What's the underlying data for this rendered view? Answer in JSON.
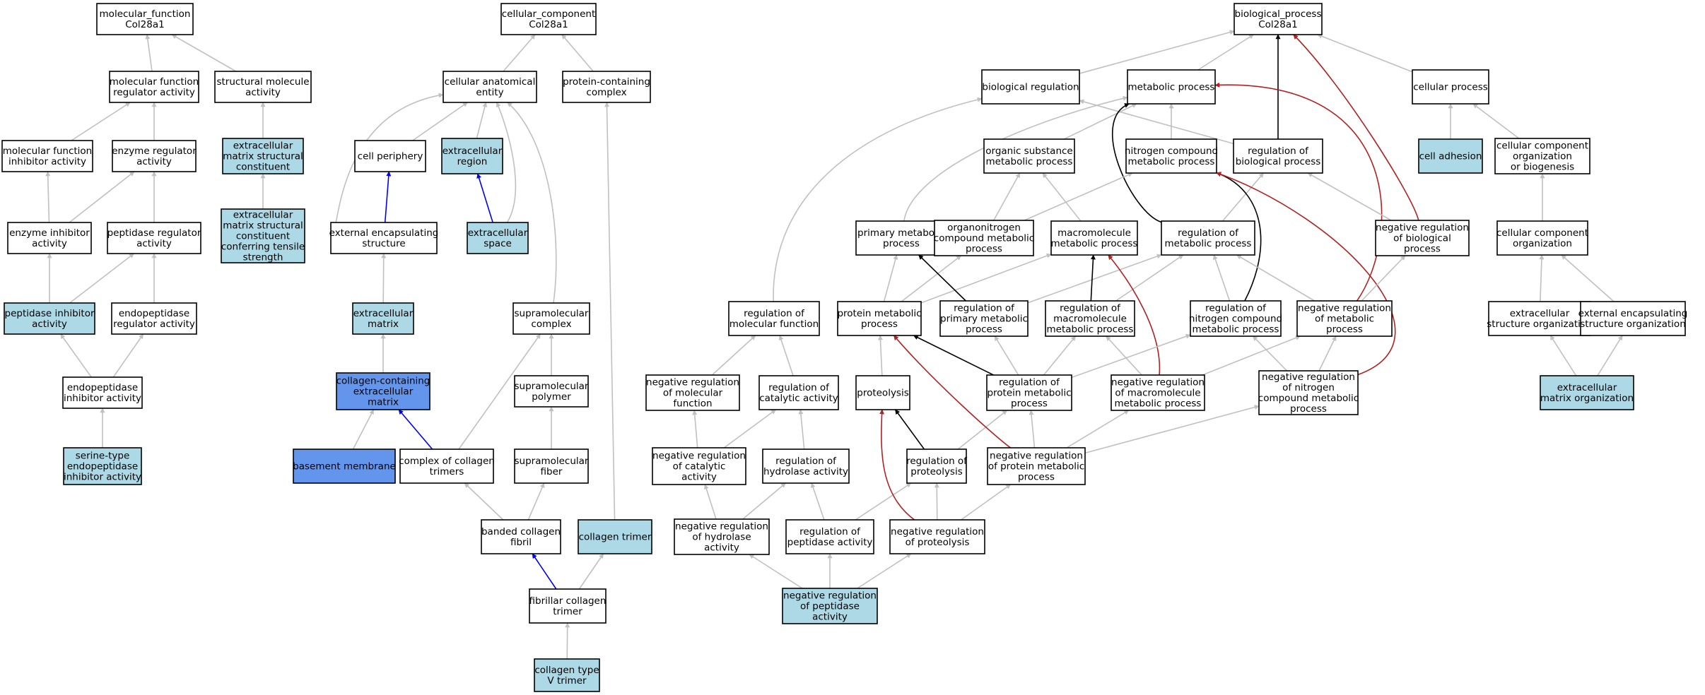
{
  "colors": {
    "default_fill": "#ffffff",
    "annotated_fill": "#add8e6",
    "highlight_fill": "#6495ed",
    "is_a_edge": "#c0c0c0",
    "part_of_edge": "#0000ff",
    "regulates_edge": "#000000",
    "negatively_regulates_edge": "#b22222"
  },
  "nodes": [
    {
      "id": "mf_root",
      "lines": [
        "molecular_function",
        "Col28a1"
      ],
      "style": "default"
    },
    {
      "id": "mf_reg",
      "lines": [
        "molecular function",
        "regulator activity"
      ],
      "style": "default"
    },
    {
      "id": "struct_mol",
      "lines": [
        "structural molecule",
        "activity"
      ],
      "style": "default"
    },
    {
      "id": "mf_inhib",
      "lines": [
        "molecular function",
        "inhibitor activity"
      ],
      "style": "default"
    },
    {
      "id": "enz_reg",
      "lines": [
        "enzyme regulator",
        "activity"
      ],
      "style": "default"
    },
    {
      "id": "ecm_struct",
      "lines": [
        "extracellular",
        "matrix structural",
        "constituent"
      ],
      "style": "annotated"
    },
    {
      "id": "enz_inhib",
      "lines": [
        "enzyme inhibitor",
        "activity"
      ],
      "style": "default"
    },
    {
      "id": "pep_reg",
      "lines": [
        "peptidase regulator",
        "activity"
      ],
      "style": "default"
    },
    {
      "id": "ecm_tensile",
      "lines": [
        "extracellular",
        "matrix structural",
        "constituent",
        "conferring tensile",
        "strength"
      ],
      "style": "annotated"
    },
    {
      "id": "pep_inhib",
      "lines": [
        "peptidase inhibitor",
        "activity"
      ],
      "style": "annotated"
    },
    {
      "id": "endopep_reg",
      "lines": [
        "endopeptidase",
        "regulator activity"
      ],
      "style": "default"
    },
    {
      "id": "endopep_inhib",
      "lines": [
        "endopeptidase",
        "inhibitor activity"
      ],
      "style": "default"
    },
    {
      "id": "serine_inhib",
      "lines": [
        "serine-type",
        "endopeptidase",
        "inhibitor activity"
      ],
      "style": "annotated"
    },
    {
      "id": "cc_root",
      "lines": [
        "cellular_component",
        "Col28a1"
      ],
      "style": "default"
    },
    {
      "id": "cae",
      "lines": [
        "cellular anatomical",
        "entity"
      ],
      "style": "default"
    },
    {
      "id": "pcc",
      "lines": [
        "protein-containing",
        "complex"
      ],
      "style": "default"
    },
    {
      "id": "cell_periphery",
      "lines": [
        "cell periphery"
      ],
      "style": "default"
    },
    {
      "id": "ec_region",
      "lines": [
        "extracellular",
        "region"
      ],
      "style": "annotated"
    },
    {
      "id": "ext_encap",
      "lines": [
        "external encapsulating",
        "structure"
      ],
      "style": "default"
    },
    {
      "id": "ec_space",
      "lines": [
        "extracellular",
        "space"
      ],
      "style": "annotated"
    },
    {
      "id": "ecm",
      "lines": [
        "extracellular",
        "matrix"
      ],
      "style": "annotated"
    },
    {
      "id": "supra_complex",
      "lines": [
        "supramolecular",
        "complex"
      ],
      "style": "default"
    },
    {
      "id": "coll_ecm",
      "lines": [
        "collagen-containing",
        "extracellular",
        "matrix"
      ],
      "style": "highlight"
    },
    {
      "id": "supra_polymer",
      "lines": [
        "supramolecular",
        "polymer"
      ],
      "style": "default"
    },
    {
      "id": "basement",
      "lines": [
        "basement membrane"
      ],
      "style": "highlight"
    },
    {
      "id": "coll_trimers_complex",
      "lines": [
        "complex of collagen",
        "trimers"
      ],
      "style": "default"
    },
    {
      "id": "supra_fiber",
      "lines": [
        "supramolecular",
        "fiber"
      ],
      "style": "default"
    },
    {
      "id": "banded_fibril",
      "lines": [
        "banded collagen",
        "fibril"
      ],
      "style": "default"
    },
    {
      "id": "coll_trimer",
      "lines": [
        "collagen trimer"
      ],
      "style": "annotated"
    },
    {
      "id": "fibrillar_trimer",
      "lines": [
        "fibrillar collagen",
        "trimer"
      ],
      "style": "default"
    },
    {
      "id": "coll_v_trimer",
      "lines": [
        "collagen type",
        "V trimer"
      ],
      "style": "annotated"
    },
    {
      "id": "bp_root",
      "lines": [
        "biological_process",
        "Col28a1"
      ],
      "style": "default"
    },
    {
      "id": "bio_reg",
      "lines": [
        "biological regulation"
      ],
      "style": "default"
    },
    {
      "id": "met_proc",
      "lines": [
        "metabolic process"
      ],
      "style": "default"
    },
    {
      "id": "cell_proc",
      "lines": [
        "cellular process"
      ],
      "style": "default"
    },
    {
      "id": "org_sub_met",
      "lines": [
        "organic substance",
        "metabolic process"
      ],
      "style": "default"
    },
    {
      "id": "nitro_met",
      "lines": [
        "nitrogen compound",
        "metabolic process"
      ],
      "style": "default"
    },
    {
      "id": "reg_bio_proc",
      "lines": [
        "regulation of",
        "biological process"
      ],
      "style": "default"
    },
    {
      "id": "cell_adhesion",
      "lines": [
        "cell adhesion"
      ],
      "style": "annotated"
    },
    {
      "id": "cc_org_bio",
      "lines": [
        "cellular component",
        "organization",
        "or biogenesis"
      ],
      "style": "default"
    },
    {
      "id": "prim_met",
      "lines": [
        "primary metabolic",
        "process"
      ],
      "style": "default"
    },
    {
      "id": "orgnitro_met",
      "lines": [
        "organonitrogen",
        "compound metabolic",
        "process"
      ],
      "style": "default"
    },
    {
      "id": "macro_met",
      "lines": [
        "macromolecule",
        "metabolic process"
      ],
      "style": "default"
    },
    {
      "id": "reg_met_proc",
      "lines": [
        "regulation of",
        "metabolic process"
      ],
      "style": "default"
    },
    {
      "id": "neg_reg_bio",
      "lines": [
        "negative regulation",
        "of biological",
        "process"
      ],
      "style": "default"
    },
    {
      "id": "cc_org",
      "lines": [
        "cellular component",
        "organization"
      ],
      "style": "default"
    },
    {
      "id": "reg_mol_func",
      "lines": [
        "regulation of",
        "molecular function"
      ],
      "style": "default"
    },
    {
      "id": "prot_met",
      "lines": [
        "protein metabolic",
        "process"
      ],
      "style": "default"
    },
    {
      "id": "reg_prim_met",
      "lines": [
        "regulation of",
        "primary metabolic",
        "process"
      ],
      "style": "default"
    },
    {
      "id": "reg_macro_met",
      "lines": [
        "regulation of",
        "macromolecule",
        "metabolic process"
      ],
      "style": "default"
    },
    {
      "id": "reg_nitro_met",
      "lines": [
        "regulation of",
        "nitrogen compound",
        "metabolic process"
      ],
      "style": "default"
    },
    {
      "id": "neg_reg_met",
      "lines": [
        "negative regulation",
        "of metabolic",
        "process"
      ],
      "style": "default"
    },
    {
      "id": "ec_struct_org",
      "lines": [
        "extracellular",
        "structure organization"
      ],
      "style": "default"
    },
    {
      "id": "ext_encap_org",
      "lines": [
        "external encapsulating",
        "structure organization"
      ],
      "style": "default"
    },
    {
      "id": "neg_reg_mol_func",
      "lines": [
        "negative regulation",
        "of molecular",
        "function"
      ],
      "style": "default"
    },
    {
      "id": "reg_cat",
      "lines": [
        "regulation of",
        "catalytic activity"
      ],
      "style": "default"
    },
    {
      "id": "proteolysis",
      "lines": [
        "proteolysis"
      ],
      "style": "default"
    },
    {
      "id": "reg_prot_met",
      "lines": [
        "regulation of",
        "protein metabolic",
        "process"
      ],
      "style": "default"
    },
    {
      "id": "neg_reg_macro",
      "lines": [
        "negative regulation",
        "of macromolecule",
        "metabolic process"
      ],
      "style": "default"
    },
    {
      "id": "neg_reg_nitro",
      "lines": [
        "negative regulation",
        "of nitrogen",
        "compound metabolic",
        "process"
      ],
      "style": "default"
    },
    {
      "id": "ecm_org",
      "lines": [
        "extracellular",
        "matrix organization"
      ],
      "style": "annotated"
    },
    {
      "id": "neg_reg_cat",
      "lines": [
        "negative regulation",
        "of catalytic",
        "activity"
      ],
      "style": "default"
    },
    {
      "id": "reg_hydrolase",
      "lines": [
        "regulation of",
        "hydrolase activity"
      ],
      "style": "default"
    },
    {
      "id": "reg_proteolysis",
      "lines": [
        "regulation of",
        "proteolysis"
      ],
      "style": "default"
    },
    {
      "id": "neg_reg_prot_met",
      "lines": [
        "negative regulation",
        "of protein metabolic",
        "process"
      ],
      "style": "default"
    },
    {
      "id": "neg_reg_hydrolase",
      "lines": [
        "negative regulation",
        "of hydrolase",
        "activity"
      ],
      "style": "default"
    },
    {
      "id": "reg_pep_act",
      "lines": [
        "regulation of",
        "peptidase activity"
      ],
      "style": "default"
    },
    {
      "id": "neg_reg_proteolysis",
      "lines": [
        "negative regulation",
        "of proteolysis"
      ],
      "style": "default"
    },
    {
      "id": "neg_reg_pep_act",
      "lines": [
        "negative regulation",
        "of peptidase",
        "activity"
      ],
      "style": "annotated"
    }
  ],
  "edges": [
    {
      "from": "mf_reg",
      "to": "mf_root",
      "type": "is_a"
    },
    {
      "from": "struct_mol",
      "to": "mf_root",
      "type": "is_a"
    },
    {
      "from": "mf_inhib",
      "to": "mf_reg",
      "type": "is_a"
    },
    {
      "from": "enz_reg",
      "to": "mf_reg",
      "type": "is_a"
    },
    {
      "from": "ecm_struct",
      "to": "struct_mol",
      "type": "is_a"
    },
    {
      "from": "enz_inhib",
      "to": "mf_inhib",
      "type": "is_a"
    },
    {
      "from": "enz_inhib",
      "to": "enz_reg",
      "type": "is_a"
    },
    {
      "from": "pep_reg",
      "to": "enz_reg",
      "type": "is_a"
    },
    {
      "from": "ecm_tensile",
      "to": "ecm_struct",
      "type": "is_a"
    },
    {
      "from": "pep_inhib",
      "to": "enz_inhib",
      "type": "is_a"
    },
    {
      "from": "pep_inhib",
      "to": "pep_reg",
      "type": "is_a"
    },
    {
      "from": "endopep_reg",
      "to": "pep_reg",
      "type": "is_a"
    },
    {
      "from": "endopep_inhib",
      "to": "pep_inhib",
      "type": "is_a"
    },
    {
      "from": "endopep_inhib",
      "to": "endopep_reg",
      "type": "is_a"
    },
    {
      "from": "serine_inhib",
      "to": "endopep_inhib",
      "type": "is_a"
    },
    {
      "from": "cae",
      "to": "cc_root",
      "type": "is_a"
    },
    {
      "from": "pcc",
      "to": "cc_root",
      "type": "is_a"
    },
    {
      "from": "cell_periphery",
      "to": "cae",
      "type": "is_a"
    },
    {
      "from": "ec_region",
      "to": "cae",
      "type": "is_a"
    },
    {
      "from": "ext_encap",
      "to": "cae",
      "type": "is_a"
    },
    {
      "from": "ec_space",
      "to": "cae",
      "type": "is_a"
    },
    {
      "from": "supra_complex",
      "to": "cae",
      "type": "is_a"
    },
    {
      "from": "ext_encap",
      "to": "cell_periphery",
      "type": "part_of"
    },
    {
      "from": "ec_space",
      "to": "ec_region",
      "type": "part_of"
    },
    {
      "from": "ecm",
      "to": "ext_encap",
      "type": "is_a"
    },
    {
      "from": "coll_ecm",
      "to": "ecm",
      "type": "is_a"
    },
    {
      "from": "basement",
      "to": "coll_ecm",
      "type": "is_a"
    },
    {
      "from": "coll_trimers_complex",
      "to": "coll_ecm",
      "type": "part_of"
    },
    {
      "from": "coll_trimers_complex",
      "to": "supra_complex",
      "type": "is_a"
    },
    {
      "from": "supra_polymer",
      "to": "supra_complex",
      "type": "is_a"
    },
    {
      "from": "supra_fiber",
      "to": "supra_polymer",
      "type": "is_a"
    },
    {
      "from": "banded_fibril",
      "to": "coll_trimers_complex",
      "type": "is_a"
    },
    {
      "from": "banded_fibril",
      "to": "supra_fiber",
      "type": "is_a"
    },
    {
      "from": "coll_trimer",
      "to": "pcc",
      "type": "is_a"
    },
    {
      "from": "fibrillar_trimer",
      "to": "banded_fibril",
      "type": "part_of"
    },
    {
      "from": "fibrillar_trimer",
      "to": "coll_trimer",
      "type": "is_a"
    },
    {
      "from": "coll_v_trimer",
      "to": "fibrillar_trimer",
      "type": "is_a"
    },
    {
      "from": "bio_reg",
      "to": "bp_root",
      "type": "is_a"
    },
    {
      "from": "met_proc",
      "to": "bp_root",
      "type": "is_a"
    },
    {
      "from": "cell_proc",
      "to": "bp_root",
      "type": "is_a"
    },
    {
      "from": "reg_bio_proc",
      "to": "bp_root",
      "type": "regulates"
    },
    {
      "from": "neg_reg_bio",
      "to": "bp_root",
      "type": "negatively_regulates"
    },
    {
      "from": "cell_adhesion",
      "to": "cell_proc",
      "type": "is_a"
    },
    {
      "from": "cc_org_bio",
      "to": "cell_proc",
      "type": "is_a"
    },
    {
      "from": "org_sub_met",
      "to": "met_proc",
      "type": "is_a"
    },
    {
      "from": "nitro_met",
      "to": "met_proc",
      "type": "is_a"
    },
    {
      "from": "prim_met",
      "to": "met_proc",
      "type": "is_a"
    },
    {
      "from": "reg_bio_proc",
      "to": "bio_reg",
      "type": "is_a"
    },
    {
      "from": "reg_met_proc",
      "to": "met_proc",
      "type": "regulates"
    },
    {
      "from": "neg_reg_met",
      "to": "met_proc",
      "type": "negatively_regulates"
    },
    {
      "from": "orgnitro_met",
      "to": "org_sub_met",
      "type": "is_a"
    },
    {
      "from": "orgnitro_met",
      "to": "nitro_met",
      "type": "is_a"
    },
    {
      "from": "macro_met",
      "to": "org_sub_met",
      "type": "is_a"
    },
    {
      "from": "reg_met_proc",
      "to": "reg_bio_proc",
      "type": "is_a"
    },
    {
      "from": "neg_reg_bio",
      "to": "reg_bio_proc",
      "type": "is_a"
    },
    {
      "from": "reg_nitro_met",
      "to": "nitro_met",
      "type": "regulates"
    },
    {
      "from": "neg_reg_nitro",
      "to": "nitro_met",
      "type": "negatively_regulates"
    },
    {
      "from": "cc_org",
      "to": "cc_org_bio",
      "type": "is_a"
    },
    {
      "from": "reg_mol_func",
      "to": "bio_reg",
      "type": "is_a"
    },
    {
      "from": "prot_met",
      "to": "prim_met",
      "type": "is_a"
    },
    {
      "from": "prot_met",
      "to": "orgnitro_met",
      "type": "is_a"
    },
    {
      "from": "prot_met",
      "to": "macro_met",
      "type": "is_a"
    },
    {
      "from": "reg_prim_met",
      "to": "prim_met",
      "type": "regulates"
    },
    {
      "from": "reg_prim_met",
      "to": "reg_met_proc",
      "type": "is_a"
    },
    {
      "from": "reg_macro_met",
      "to": "macro_met",
      "type": "regulates"
    },
    {
      "from": "reg_macro_met",
      "to": "reg_met_proc",
      "type": "is_a"
    },
    {
      "from": "neg_reg_macro",
      "to": "macro_met",
      "type": "negatively_regulates"
    },
    {
      "from": "reg_nitro_met",
      "to": "reg_met_proc",
      "type": "is_a"
    },
    {
      "from": "neg_reg_met",
      "to": "reg_met_proc",
      "type": "is_a"
    },
    {
      "from": "neg_reg_met",
      "to": "neg_reg_bio",
      "type": "is_a"
    },
    {
      "from": "ec_struct_org",
      "to": "cc_org",
      "type": "is_a"
    },
    {
      "from": "ext_encap_org",
      "to": "cc_org",
      "type": "is_a"
    },
    {
      "from": "neg_reg_mol_func",
      "to": "reg_mol_func",
      "type": "is_a"
    },
    {
      "from": "reg_cat",
      "to": "reg_mol_func",
      "type": "is_a"
    },
    {
      "from": "proteolysis",
      "to": "prot_met",
      "type": "is_a"
    },
    {
      "from": "reg_prot_met",
      "to": "prot_met",
      "type": "regulates"
    },
    {
      "from": "reg_prot_met",
      "to": "reg_prim_met",
      "type": "is_a"
    },
    {
      "from": "reg_prot_met",
      "to": "reg_macro_met",
      "type": "is_a"
    },
    {
      "from": "reg_prot_met",
      "to": "reg_nitro_met",
      "type": "is_a"
    },
    {
      "from": "neg_reg_macro",
      "to": "reg_macro_met",
      "type": "is_a"
    },
    {
      "from": "neg_reg_macro",
      "to": "neg_reg_met",
      "type": "is_a"
    },
    {
      "from": "neg_reg_nitro",
      "to": "reg_nitro_met",
      "type": "is_a"
    },
    {
      "from": "neg_reg_nitro",
      "to": "neg_reg_met",
      "type": "is_a"
    },
    {
      "from": "ecm_org",
      "to": "ec_struct_org",
      "type": "is_a"
    },
    {
      "from": "ecm_org",
      "to": "ext_encap_org",
      "type": "is_a"
    },
    {
      "from": "neg_reg_cat",
      "to": "neg_reg_mol_func",
      "type": "is_a"
    },
    {
      "from": "neg_reg_cat",
      "to": "reg_cat",
      "type": "is_a"
    },
    {
      "from": "reg_hydrolase",
      "to": "reg_cat",
      "type": "is_a"
    },
    {
      "from": "reg_proteolysis",
      "to": "proteolysis",
      "type": "regulates"
    },
    {
      "from": "reg_proteolysis",
      "to": "reg_prot_met",
      "type": "is_a"
    },
    {
      "from": "neg_reg_prot_met",
      "to": "prot_met",
      "type": "negatively_regulates"
    },
    {
      "from": "neg_reg_prot_met",
      "to": "reg_prot_met",
      "type": "is_a"
    },
    {
      "from": "neg_reg_prot_met",
      "to": "neg_reg_macro",
      "type": "is_a"
    },
    {
      "from": "neg_reg_prot_met",
      "to": "neg_reg_nitro",
      "type": "is_a"
    },
    {
      "from": "neg_reg_hydrolase",
      "to": "neg_reg_cat",
      "type": "is_a"
    },
    {
      "from": "neg_reg_hydrolase",
      "to": "reg_hydrolase",
      "type": "is_a"
    },
    {
      "from": "reg_pep_act",
      "to": "reg_hydrolase",
      "type": "is_a"
    },
    {
      "from": "reg_pep_act",
      "to": "reg_proteolysis",
      "type": "is_a"
    },
    {
      "from": "neg_reg_proteolysis",
      "to": "proteolysis",
      "type": "negatively_regulates"
    },
    {
      "from": "neg_reg_proteolysis",
      "to": "reg_proteolysis",
      "type": "is_a"
    },
    {
      "from": "neg_reg_proteolysis",
      "to": "neg_reg_prot_met",
      "type": "is_a"
    },
    {
      "from": "neg_reg_pep_act",
      "to": "neg_reg_hydrolase",
      "type": "is_a"
    },
    {
      "from": "neg_reg_pep_act",
      "to": "reg_pep_act",
      "type": "is_a"
    },
    {
      "from": "neg_reg_pep_act",
      "to": "neg_reg_proteolysis",
      "type": "is_a"
    }
  ]
}
